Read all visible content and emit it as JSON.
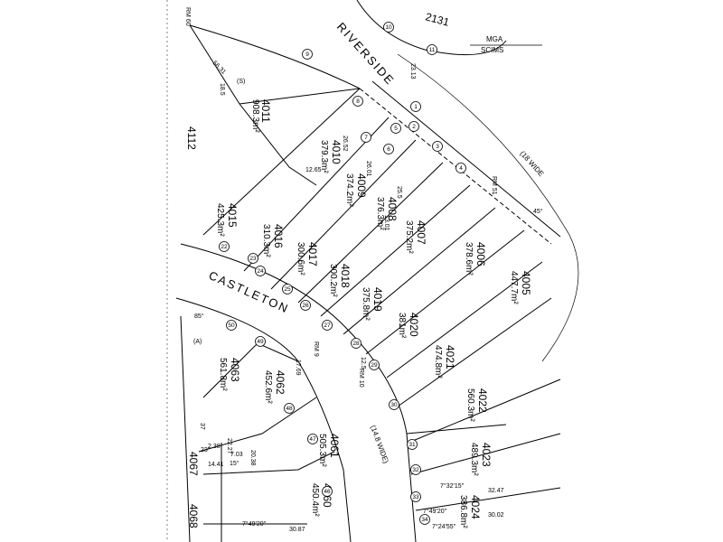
{
  "roads": {
    "riverside": "RIVERSIDE",
    "castleton": "CASTLETON",
    "width_14_8": "(14.8 WIDE)",
    "width_18": "(18 WIDE"
  },
  "legend": {
    "mga": "MGA",
    "scims": "SCIMS"
  },
  "ref_lot": "2131",
  "lots": [
    {
      "id": "4011",
      "area": "908.3m²"
    },
    {
      "id": "4010",
      "area": "379.3m²"
    },
    {
      "id": "4009",
      "area": "374.2m²"
    },
    {
      "id": "4008",
      "area": "376.3m²"
    },
    {
      "id": "4007",
      "area": "375.2m²"
    },
    {
      "id": "4006",
      "area": "378.6m²"
    },
    {
      "id": "4005",
      "area": "447.7m²"
    },
    {
      "id": "4015",
      "area": "425.3m²"
    },
    {
      "id": "4016",
      "area": "310.3m²"
    },
    {
      "id": "4017",
      "area": "300.6m²"
    },
    {
      "id": "4018",
      "area": "300.2m²"
    },
    {
      "id": "4019",
      "area": "375.8m²"
    },
    {
      "id": "4020",
      "area": "381m²"
    },
    {
      "id": "4021",
      "area": "474.8m²"
    },
    {
      "id": "4022",
      "area": "560.3m²"
    },
    {
      "id": "4023",
      "area": "489.3m²"
    },
    {
      "id": "4024",
      "area": "386.8m²"
    },
    {
      "id": "4063",
      "area": "561.8m²"
    },
    {
      "id": "4062",
      "area": "452.6m²"
    },
    {
      "id": "4061",
      "area": "505.3m²"
    },
    {
      "id": "4060",
      "area": "450.4m²"
    },
    {
      "id": "4067",
      "area": ""
    },
    {
      "id": "4068",
      "area": ""
    },
    {
      "id": "4112",
      "area": ""
    }
  ],
  "dims": {
    "d1": "26.52",
    "d2": "26.01",
    "d3": "25.5",
    "d4": "22.27",
    "d5": "30.87",
    "d6": "30.02",
    "d7": "32.47",
    "d8": "37",
    "d9": "12.5",
    "d10": "13.01",
    "d11": "7.03",
    "d12": "2.38",
    "d13": "20.38",
    "d14": "14.41",
    "d15": "17.69",
    "d16": "12.65",
    "d17": "18.5",
    "d18": "23.13",
    "d19": "56.31"
  },
  "bearings": {
    "b1": "7°49'20\"",
    "b2": "7°32'15\"",
    "b3": "7°24'55\"",
    "b4": "7°49'20\"",
    "b5": "45°",
    "b6": "85°",
    "b7": "23°",
    "b8": "15°"
  },
  "marks": {
    "rm1": "RM 9",
    "rm2": "RM 10",
    "rm3": "RM 51",
    "rm4": "RM 60",
    "s": "(S)",
    "a": "(A)"
  },
  "circles": [
    "1",
    "2",
    "3",
    "4",
    "5",
    "6",
    "7",
    "8",
    "9",
    "10",
    "11",
    "22",
    "23",
    "24",
    "25",
    "26",
    "27",
    "28",
    "29",
    "30",
    "31",
    "32",
    "33",
    "34",
    "46",
    "47",
    "48",
    "49",
    "50"
  ]
}
